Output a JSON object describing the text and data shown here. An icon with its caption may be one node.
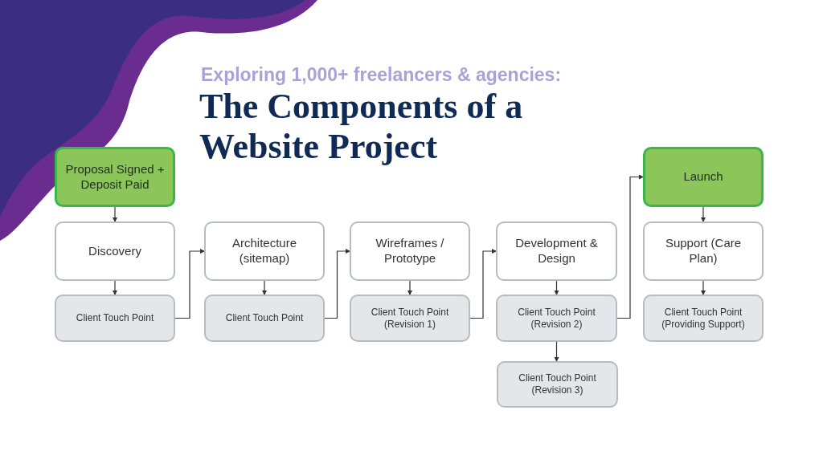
{
  "diagram": {
    "title": "The Components of a Website Project",
    "nodes": [
      {
        "text": [
          "Proposal Signed + Deposit Paid"
        ]
      },
      {
        "text": [
          "Discovery"
        ]
      },
      {
        "text": [
          "Client Touch Point"
        ]
      },
      {
        "text": [
          "Architecture (sitemap)"
        ]
      },
      {
        "text": [
          "Client Touch Point"
        ]
      },
      {
        "text": [
          "Wireframes / Prototype"
        ]
      },
      {
        "text": [
          "Client Touch Point (Revision 1)"
        ]
      },
      {
        "text": [
          "Development & Design"
        ]
      },
      {
        "text": [
          "Client Touch Point (Revision 2)"
        ]
      },
      {
        "text": [
          "Client Touch Point (Revision 3)"
        ]
      },
      {
        "text": [
          "Launch"
        ]
      },
      {
        "text": [
          "Support (Care Plan)"
        ]
      },
      {
        "text": [
          "Client Touch Point (Providing Support)"
        ]
      }
    ],
    "edges": [
      {
        "from": 0,
        "to": 1,
        "arrow": "to"
      },
      {
        "from": 1,
        "to": 2,
        "arrow": "to"
      },
      {
        "from": 2,
        "to": 3,
        "arrow": "to"
      },
      {
        "from": 3,
        "to": 4,
        "arrow": "to"
      },
      {
        "from": 4,
        "to": 5,
        "arrow": "to"
      },
      {
        "from": 5,
        "to": 6,
        "arrow": "to"
      },
      {
        "from": 6,
        "to": 7,
        "arrow": "to"
      },
      {
        "from": 7,
        "to": 8,
        "arrow": "to"
      },
      {
        "from": 8,
        "to": 9,
        "arrow": "to"
      },
      {
        "from": 8,
        "to": 10,
        "arrow": "to"
      },
      {
        "from": 10,
        "to": 11,
        "arrow": "to"
      },
      {
        "from": 11,
        "to": 12,
        "arrow": "to"
      }
    ],
    "labels": [
      "Exploring 1,000+ freelancers & agencies:"
    ]
  }
}
